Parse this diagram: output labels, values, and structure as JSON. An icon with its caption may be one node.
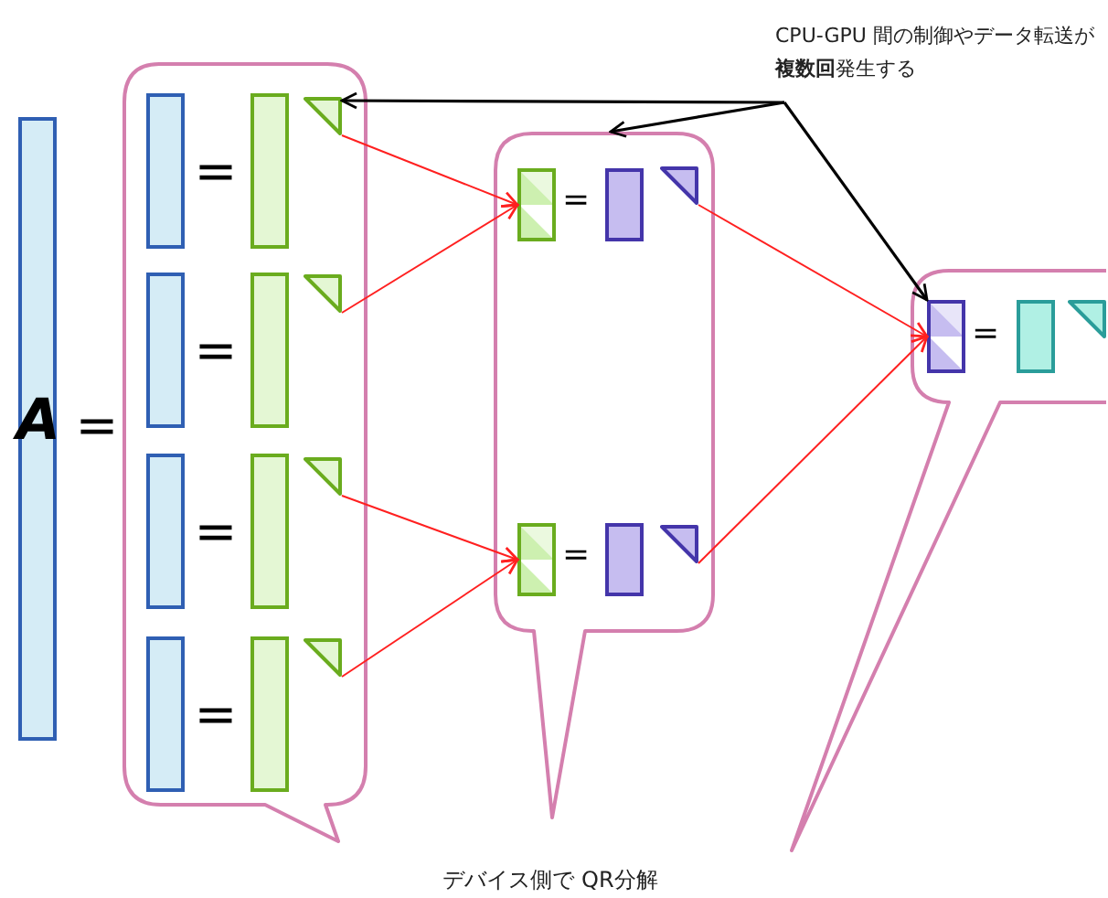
{
  "diagram": {
    "nodes": [
      {
        "text": [
          "A"
        ]
      },
      {
        "text": [],
        "shape": "callout"
      },
      {
        "text": [],
        "shape": "bar",
        "in": 1
      },
      {
        "text": [],
        "shape": "bar",
        "in": 1
      },
      {
        "text": [],
        "shape": "triangle",
        "in": 1
      },
      {
        "text": [],
        "shape": "bar",
        "in": 1
      },
      {
        "text": [],
        "shape": "bar",
        "in": 1
      },
      {
        "text": [],
        "shape": "triangle",
        "in": 1
      },
      {
        "text": [],
        "shape": "bar",
        "in": 1
      },
      {
        "text": [],
        "shape": "bar",
        "in": 1
      },
      {
        "text": [],
        "shape": "triangle",
        "in": 1
      },
      {
        "text": [],
        "shape": "bar",
        "in": 1
      },
      {
        "text": [],
        "shape": "bar",
        "in": 1
      },
      {
        "text": [],
        "shape": "triangle",
        "in": 1
      },
      {
        "text": [],
        "shape": "callout"
      },
      {
        "text": [],
        "shape": "bar",
        "in": 14
      },
      {
        "text": [],
        "shape": "bar",
        "in": 14
      },
      {
        "text": [],
        "shape": "triangle",
        "in": 14
      },
      {
        "text": [],
        "shape": "bar",
        "in": 14
      },
      {
        "text": [],
        "shape": "bar",
        "in": 14
      },
      {
        "text": [],
        "shape": "triangle",
        "in": 14
      },
      {
        "text": [],
        "shape": "callout"
      },
      {
        "text": [],
        "shape": "bar",
        "in": 21
      },
      {
        "text": [],
        "shape": "bar",
        "in": 21
      },
      {
        "text": [],
        "shape": "triangle",
        "in": 21
      },
      {
        "text": [
          "CPU-GPU 間の制御やデータ転送が**複数回**発生する"
        ]
      }
    ],
    "edges": [
      {
        "from": 4,
        "to": 15,
        "arrow": "to"
      },
      {
        "from": 7,
        "to": 15,
        "arrow": "to"
      },
      {
        "from": 10,
        "to": 18,
        "arrow": "to"
      },
      {
        "from": 13,
        "to": 18,
        "arrow": "to"
      },
      {
        "from": 17,
        "to": 22,
        "arrow": "to"
      },
      {
        "from": 20,
        "to": 22,
        "arrow": "to"
      },
      {
        "from": 25,
        "to": 4,
        "arrow": "to",
        "color": "#000000"
      },
      {
        "from": 25,
        "to": 14,
        "arrow": "to",
        "color": "#000000"
      },
      {
        "from": 25,
        "to": 22,
        "arrow": "to",
        "color": "#000000"
      }
    ],
    "labels": [
      "=",
      "=",
      "=",
      "=",
      "=",
      "=",
      "=",
      "=",
      "デバイス側で QR分解"
    ]
  }
}
